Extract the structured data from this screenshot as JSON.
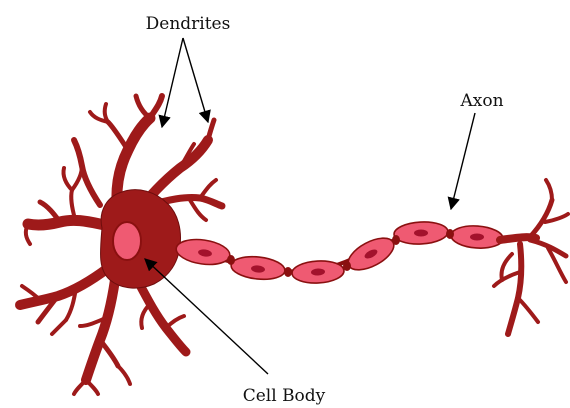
{
  "diagram": {
    "labels": {
      "dendrites": "Dendrites",
      "axon": "Axon",
      "cell_body": "Cell Body"
    },
    "colors": {
      "cell_body": "#9e1a1a",
      "nucleus": "#ef5a72",
      "myelin_sheath": "#ef5a72",
      "myelin_outline": "#8a1010",
      "sheath_nucleus": "#a3122c",
      "pointer_lines": "#000000"
    }
  }
}
